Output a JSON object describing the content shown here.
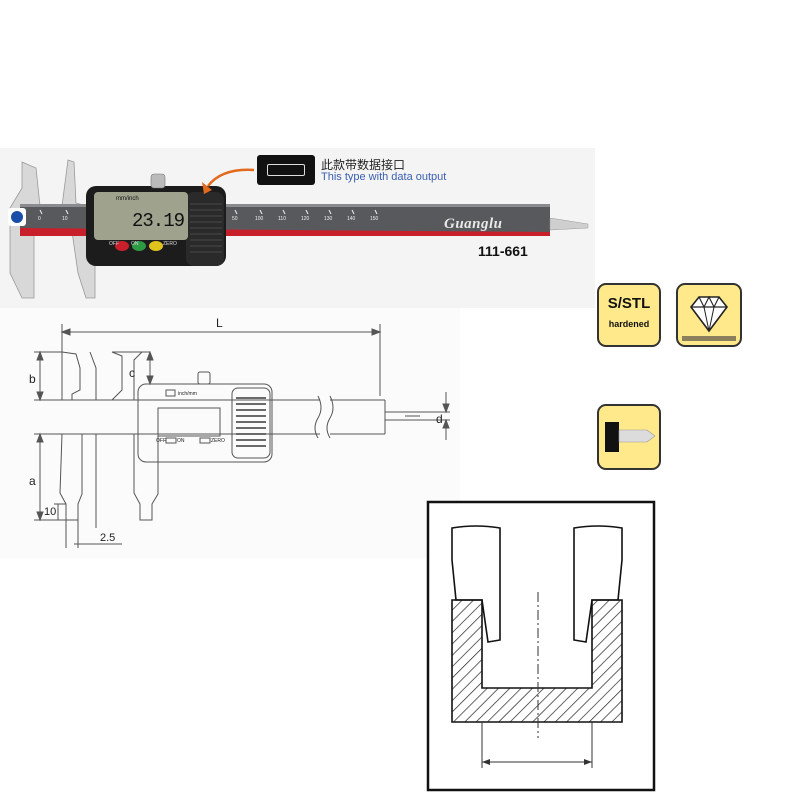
{
  "photo": {
    "callout_zh": "此款带数据接口",
    "callout_en": "This type with data output",
    "model": "111-661",
    "brand": "Guanglu",
    "lcd_value": "23.19",
    "lcd_unit": "mm/inch",
    "btn_off": "OFF",
    "btn_on": "ON",
    "btn_zero": "ZERO",
    "scale_ticks": [
      "0",
      "10",
      "50",
      "100",
      "110",
      "120",
      "130",
      "140",
      "150"
    ]
  },
  "badges": {
    "material_line1": "S/STL",
    "material_line2": "hardened",
    "diamond_icon": "diamond-icon",
    "jaw_icon": "jaw-edge-icon"
  },
  "drawing": {
    "label_L": "L",
    "label_b": "b",
    "label_c": "c",
    "label_d": "d",
    "label_a": "a",
    "label_10": "10",
    "label_2_5": "2.5",
    "display_unit": "inch/mm",
    "display_off": "OFF",
    "display_on": "ON",
    "display_zero": "ZERO"
  },
  "colors": {
    "badge_fill": "#ffe98a",
    "accent_red": "#c8202a",
    "arrow_orange": "#e36a1c"
  }
}
